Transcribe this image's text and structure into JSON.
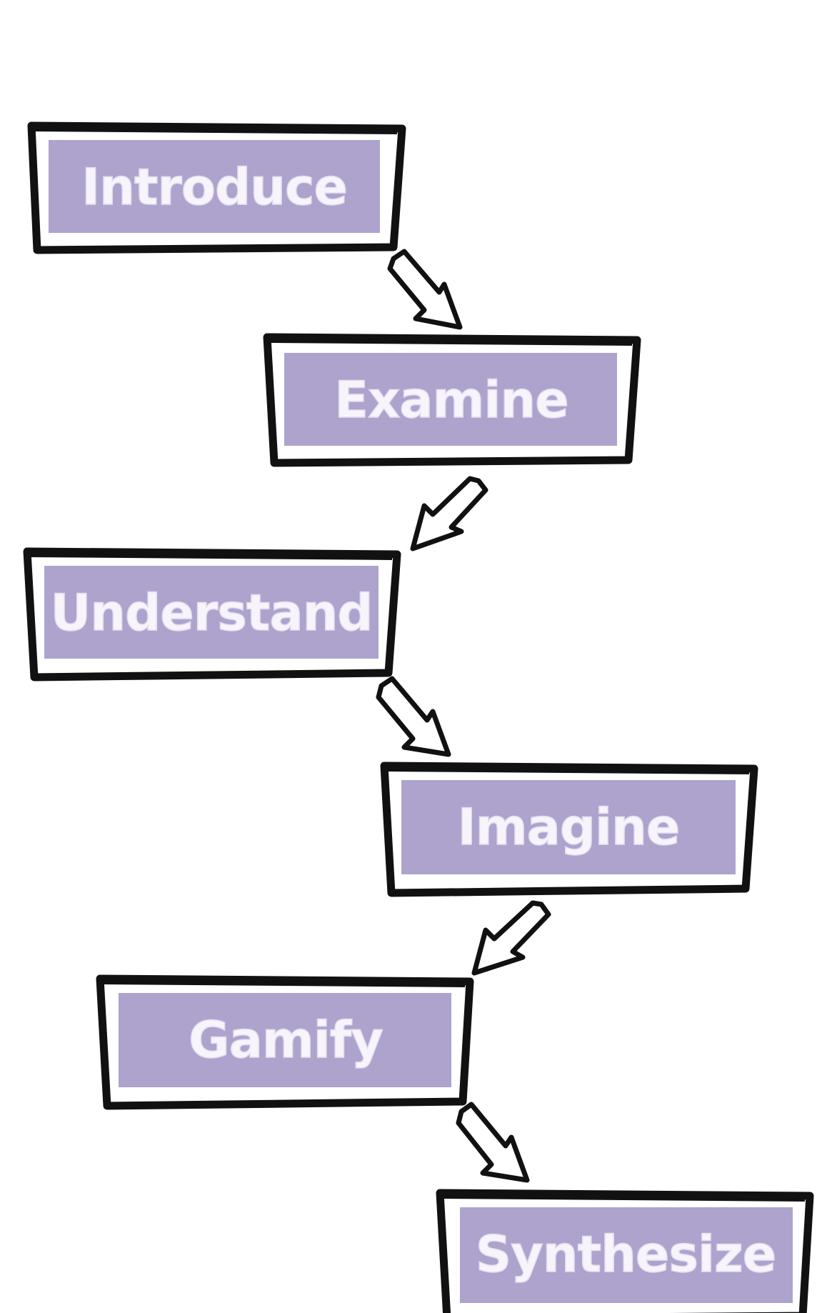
{
  "diagram": {
    "type": "staircase-flow",
    "steps": [
      {
        "label": "Introduce"
      },
      {
        "label": "Examine"
      },
      {
        "label": "Understand"
      },
      {
        "label": "Imagine"
      },
      {
        "label": "Gamify"
      },
      {
        "label": "Synthesize"
      }
    ],
    "colors": {
      "box_fill": "#ada3cd",
      "box_border": "#111111",
      "label": "#f7f5fb",
      "arrow_stroke": "#111111",
      "arrow_fill": "#ffffff",
      "background": "#ffffff"
    }
  }
}
